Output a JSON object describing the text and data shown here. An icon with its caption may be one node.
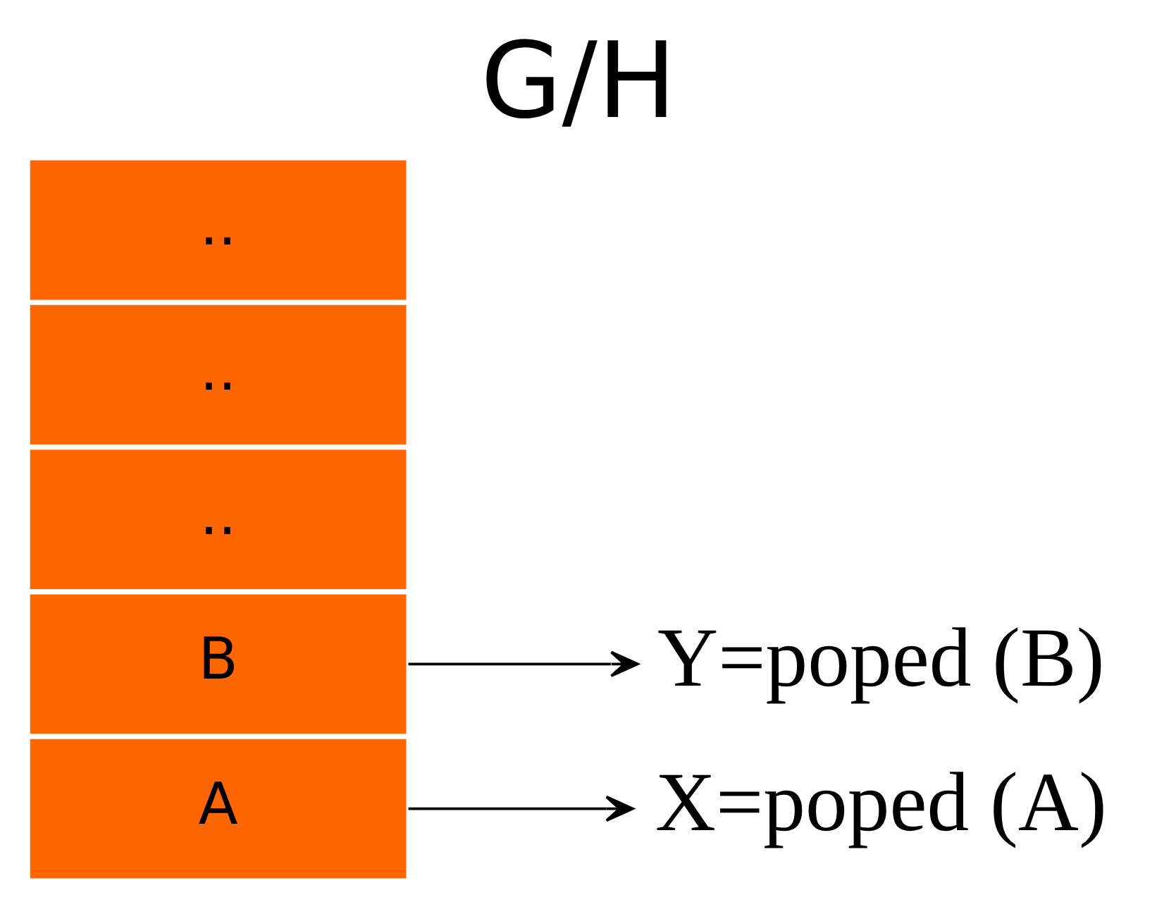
{
  "diagram": {
    "title": "G/H",
    "nodes": [
      {
        "text": [
          "A"
        ]
      },
      {
        "text": [
          "B"
        ]
      },
      {
        "text": [
          ".."
        ]
      },
      {
        "text": [
          ".."
        ]
      },
      {
        "text": [
          ".."
        ]
      },
      {
        "text": [
          "X=poped (A)"
        ]
      },
      {
        "text": [
          "Y=poped (B)"
        ]
      }
    ],
    "edges": [
      {
        "from": 0,
        "to": 5,
        "arrow": "to"
      },
      {
        "from": 1,
        "to": 6,
        "arrow": "to"
      }
    ]
  }
}
